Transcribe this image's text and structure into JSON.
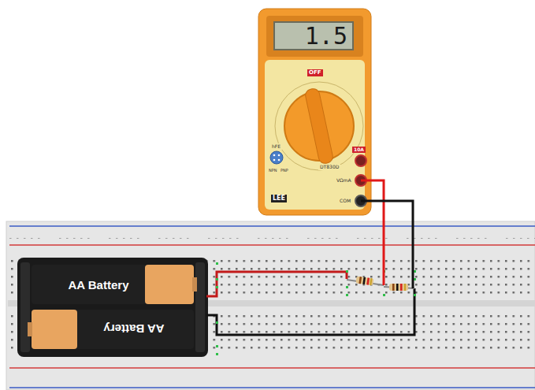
{
  "diagram": {
    "nodes": [
      {
        "text": [
          "1.5"
        ]
      },
      {
        "text": [
          "AA Battery"
        ]
      },
      {
        "text": [
          "AA Battery"
        ]
      }
    ],
    "labels": [
      "OFF",
      "10A",
      "VΩmA",
      "COM",
      "DT830D",
      "LEE",
      "hFE",
      "NPN",
      "PNP"
    ]
  }
}
